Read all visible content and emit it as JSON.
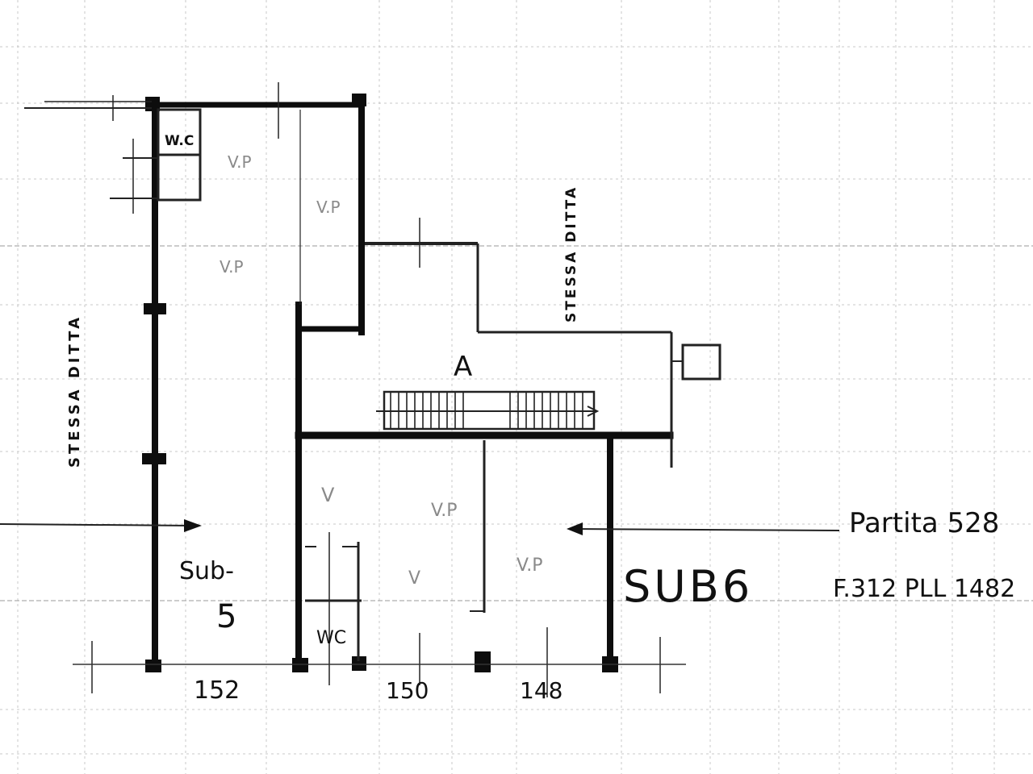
{
  "labels": {
    "wc_upper": "W.C",
    "wc_lower": "WC",
    "stessa_ditta_left": "STESSA DITTA",
    "stessa_ditta_right": "STESSA DITTA",
    "room_a": "A",
    "sub5_top": "Sub-",
    "sub5_bottom": "5",
    "sub6": "SUB6",
    "partita": "Partita 528",
    "foglio": "F.312 PLL 1482",
    "vp_1": "V.P",
    "vp_2": "V.P",
    "vp_3": "V.P",
    "v_1": "V",
    "vp_4": "V.P",
    "vp_5": "V.P",
    "v_2": "V"
  },
  "dimensions": {
    "d1": "152",
    "d2": "150",
    "d3": "148"
  },
  "colors": {
    "ink": "#0d0d0d",
    "grid": "#c9c9c9",
    "paper": "#ffffff"
  }
}
